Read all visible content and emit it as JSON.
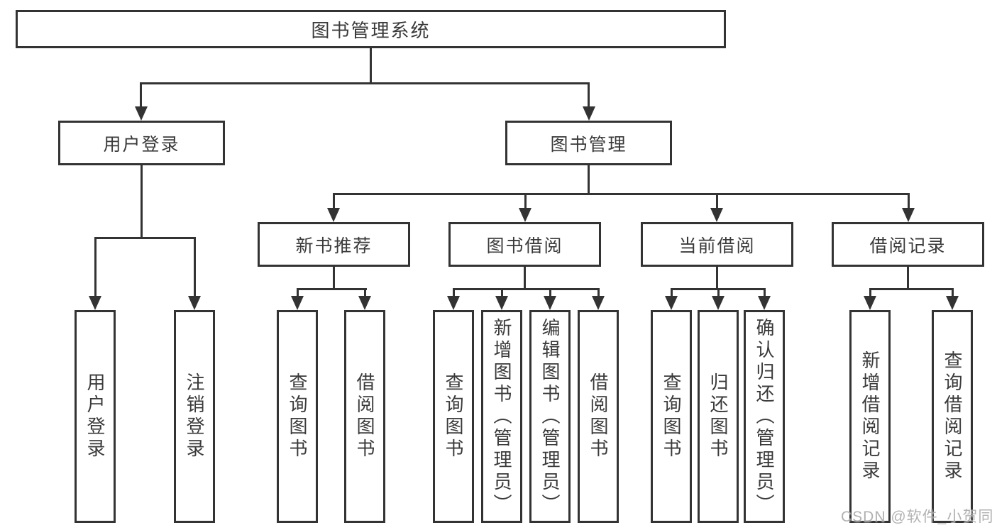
{
  "tree": {
    "label": "图书管理系统",
    "children": [
      {
        "label": "用户登录",
        "children": [
          {
            "label": "用户登录"
          },
          {
            "label": "注销登录"
          }
        ]
      },
      {
        "label": "图书管理",
        "children": [
          {
            "label": "新书推荐",
            "children": [
              {
                "label": "查询图书"
              },
              {
                "label": "借阅图书"
              }
            ]
          },
          {
            "label": "图书借阅",
            "children": [
              {
                "label": "查询图书"
              },
              {
                "label": "新增图书（管理员）"
              },
              {
                "label": "编辑图书（管理员）"
              },
              {
                "label": "借阅图书"
              }
            ]
          },
          {
            "label": "当前借阅",
            "children": [
              {
                "label": "查询图书"
              },
              {
                "label": "归还图书"
              },
              {
                "label": "确认归还（管理员）"
              }
            ]
          },
          {
            "label": "借阅记录",
            "children": [
              {
                "label": "新增借阅记录"
              },
              {
                "label": "查询借阅记录"
              }
            ]
          }
        ]
      }
    ]
  },
  "watermark": {
    "text": "CSDN @软件_小贺同学"
  },
  "colors": {
    "line": "#333333",
    "text": "#3a3a3a",
    "background": "#ffffff",
    "watermark": "#ababab"
  }
}
